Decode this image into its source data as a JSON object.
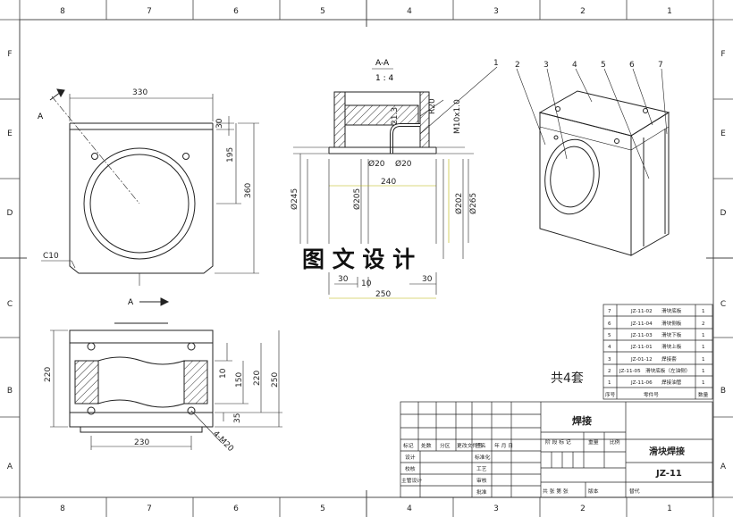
{
  "frame": {
    "col_labels": [
      "8",
      "7",
      "6",
      "5",
      "4",
      "3",
      "2",
      "1"
    ],
    "row_labels": [
      "F",
      "E",
      "D",
      "C",
      "B",
      "A"
    ]
  },
  "watermark": "图 文 设 计",
  "quantity_note": "共4套",
  "views": {
    "front": {
      "section_marker": "A",
      "dims": {
        "width": "330",
        "top_flange": "30",
        "center_height": "195",
        "height": "360",
        "chamfer": "C10"
      }
    },
    "section": {
      "title": "A-A",
      "scale": "1 : 4",
      "dims": {
        "d245": "Ø245",
        "d205": "Ø205",
        "w240": "240",
        "d202": "Ø202",
        "d265": "Ø265",
        "d20a": "Ø20",
        "d20b": "Ø20",
        "r20": "R20",
        "l21_3": "21.3",
        "thread": "M10x1.0",
        "w30a": "30",
        "w10": "10",
        "w30b": "30",
        "w250": "250"
      },
      "balloons": [
        "1",
        "2",
        "3",
        "4",
        "5",
        "6",
        "7"
      ]
    },
    "top": {
      "dims": {
        "left_height": "220",
        "w10": "10",
        "w150": "150",
        "w220": "220",
        "w250": "250",
        "w35": "35",
        "w230": "230",
        "holes": "4-M20"
      }
    }
  },
  "bom": {
    "rows": [
      {
        "no": "7",
        "code": "JZ-11-02",
        "name": "滑块底板",
        "qty": "1"
      },
      {
        "no": "6",
        "code": "JZ-11-04",
        "name": "滑块侧板",
        "qty": "2"
      },
      {
        "no": "5",
        "code": "JZ-11-03",
        "name": "滑块下板",
        "qty": "1"
      },
      {
        "no": "4",
        "code": "JZ-11-01",
        "name": "滑块上板",
        "qty": "1"
      },
      {
        "no": "3",
        "code": "JZ-01-12",
        "name": "焊接套",
        "qty": "1"
      },
      {
        "no": "2",
        "code": "JZ-11-05",
        "name": "滑块底板（左油侧）",
        "qty": "1"
      },
      {
        "no": "1",
        "code": "JZ-11-06",
        "name": "焊接油管",
        "qty": "1"
      }
    ],
    "header": {
      "no": "序号",
      "code": "零件号",
      "qty": "数量"
    }
  },
  "title_block": {
    "process": "焊接",
    "part_name": "滑块焊接",
    "drawing_no": "JZ-11",
    "rev_headers": [
      "标记",
      "处数",
      "分区",
      "更改文件号",
      "签名",
      "年 月 日"
    ],
    "role_labels": [
      "设计",
      "校核",
      "主管设计"
    ],
    "sign_labels": [
      "标准化",
      "工艺",
      "审核",
      "批准"
    ],
    "stage_label": "阶 段 标 记",
    "weight_label": "重量",
    "ratio_label": "比例",
    "sheets_label": "共  张  第  张",
    "version_label": "版本",
    "replace_label": "替代"
  }
}
